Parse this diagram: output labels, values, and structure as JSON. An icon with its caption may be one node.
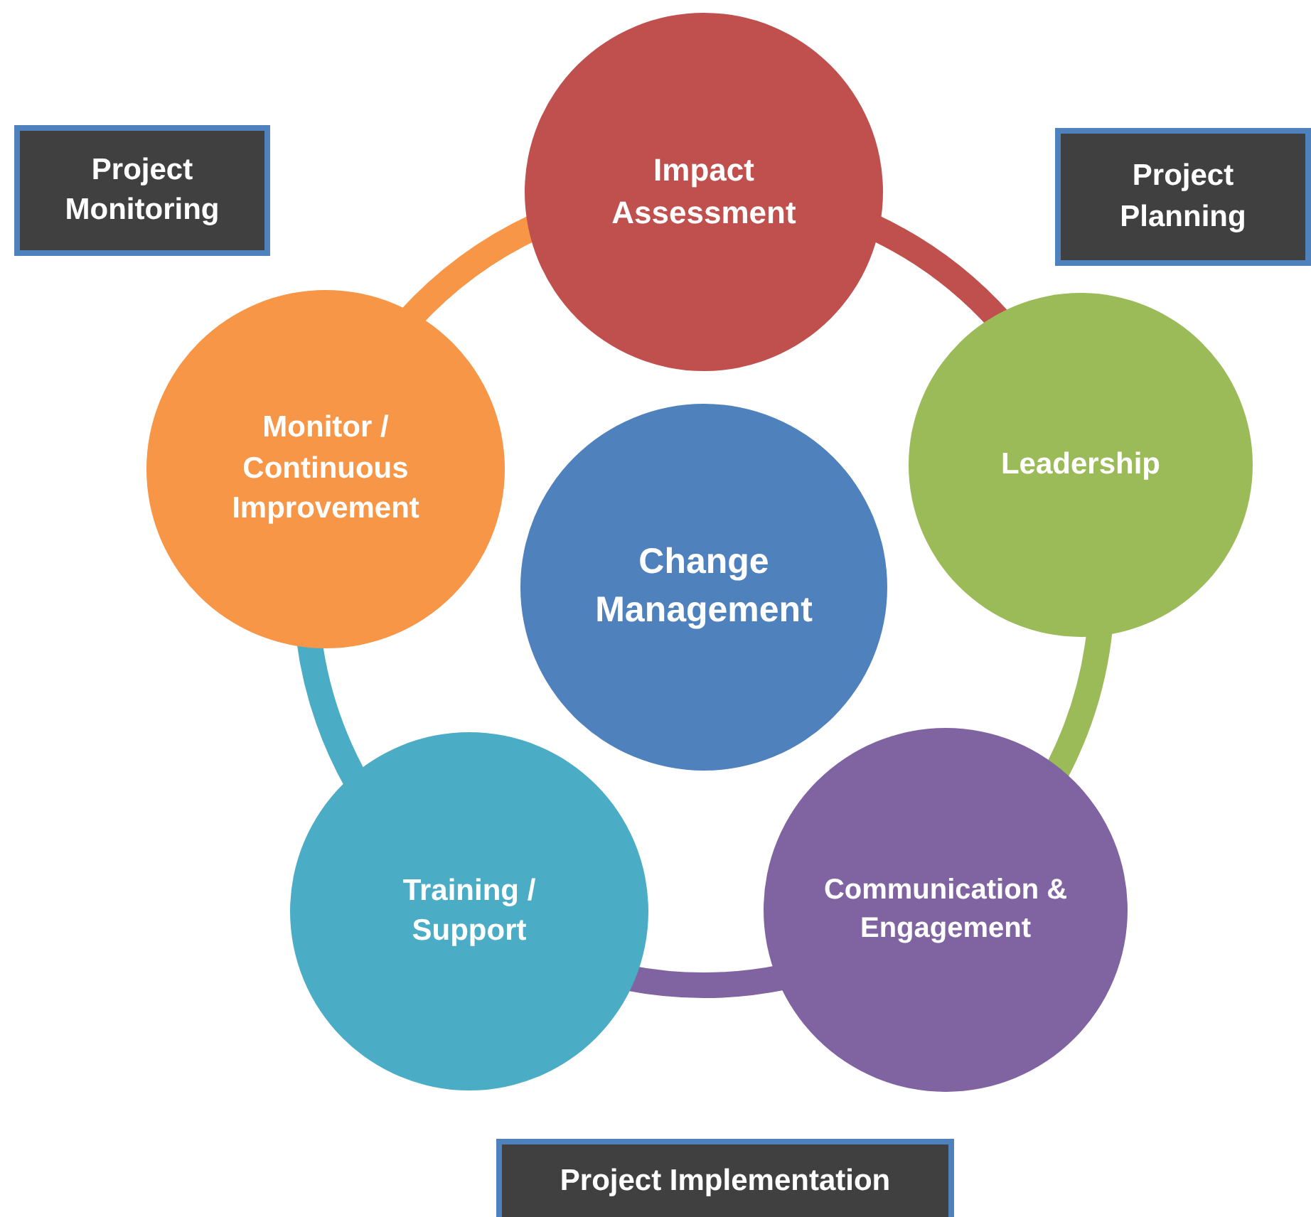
{
  "diagram": {
    "nodes": [
      {
        "text": [
          "Project Monitoring"
        ]
      },
      {
        "text": [
          "Impact Assessment"
        ]
      },
      {
        "text": [
          "Project Planning"
        ]
      },
      {
        "text": [
          "Monitor / Continuous Improvement"
        ]
      },
      {
        "text": [
          "Leadership"
        ]
      },
      {
        "text": [
          "Change Management"
        ]
      },
      {
        "text": [
          "Training / Support"
        ]
      },
      {
        "text": [
          "Communication & Engagement"
        ]
      },
      {
        "text": [
          "Project Implementation"
        ]
      }
    ],
    "edges": [
      {
        "from": 1,
        "to": 4,
        "arrow": "none",
        "color": "#c0504d"
      },
      {
        "from": 4,
        "to": 7,
        "arrow": "none",
        "color": "#9bbb59"
      },
      {
        "from": 7,
        "to": 6,
        "arrow": "none",
        "color": "#8064a2"
      },
      {
        "from": 6,
        "to": 3,
        "arrow": "none",
        "color": "#4bacc6"
      },
      {
        "from": 3,
        "to": 1,
        "arrow": "none",
        "color": "#f79646"
      }
    ]
  }
}
